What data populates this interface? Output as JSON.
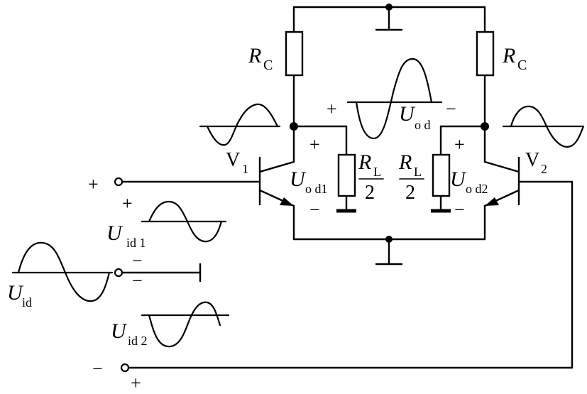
{
  "labels": {
    "rc_left": {
      "main": "R",
      "sub": "C"
    },
    "rc_right": {
      "main": "R",
      "sub": "C"
    },
    "rl_left": {
      "main": "R",
      "sub": "L",
      "den": "2"
    },
    "rl_right": {
      "main": "R",
      "sub": "L",
      "den": "2"
    },
    "v1": {
      "main": "V",
      "sub": "1"
    },
    "v2": {
      "main": "V",
      "sub": "2"
    },
    "uod": {
      "main": "U",
      "sub": "o d",
      "plus": "+",
      "minus": "−"
    },
    "uod1": {
      "main": "U",
      "sub": "o d1",
      "plus": "+",
      "minus": "−"
    },
    "uod2": {
      "main": "U",
      "sub": "o d2",
      "plus": "+",
      "minus": "−"
    },
    "uid": {
      "main": "U",
      "sub": "id"
    },
    "uid1": {
      "main": "U",
      "sub": "id 1",
      "plus": "+",
      "minus": "−"
    },
    "uid2": {
      "main": "U",
      "sub": "id 2"
    },
    "input_top": {
      "sign": "+"
    },
    "input_mid": {
      "sign": "−"
    },
    "input_bottom": {
      "minus": "−",
      "plus": "+"
    }
  }
}
